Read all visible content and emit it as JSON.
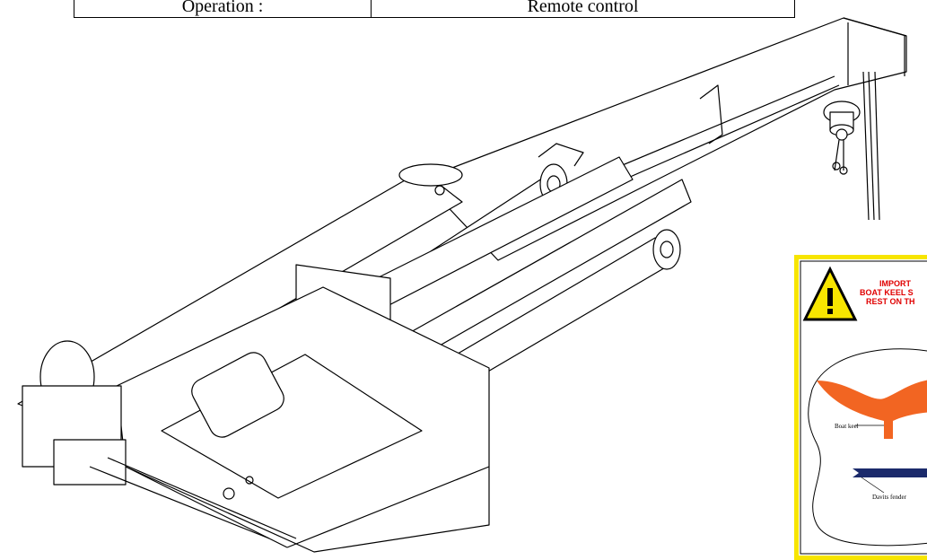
{
  "spec_table": {
    "label": "Operation :",
    "value": "Remote control"
  },
  "warning_sign": {
    "heading": "IMPORT",
    "line1": "BOAT KEEL S",
    "line2": "REST ON TH",
    "boat_keel_label": "Boat keel",
    "fender_label": "Davits fender",
    "border_color": "#f7e500",
    "keel_color": "#f26522",
    "fender_color": "#1b2a6b"
  }
}
